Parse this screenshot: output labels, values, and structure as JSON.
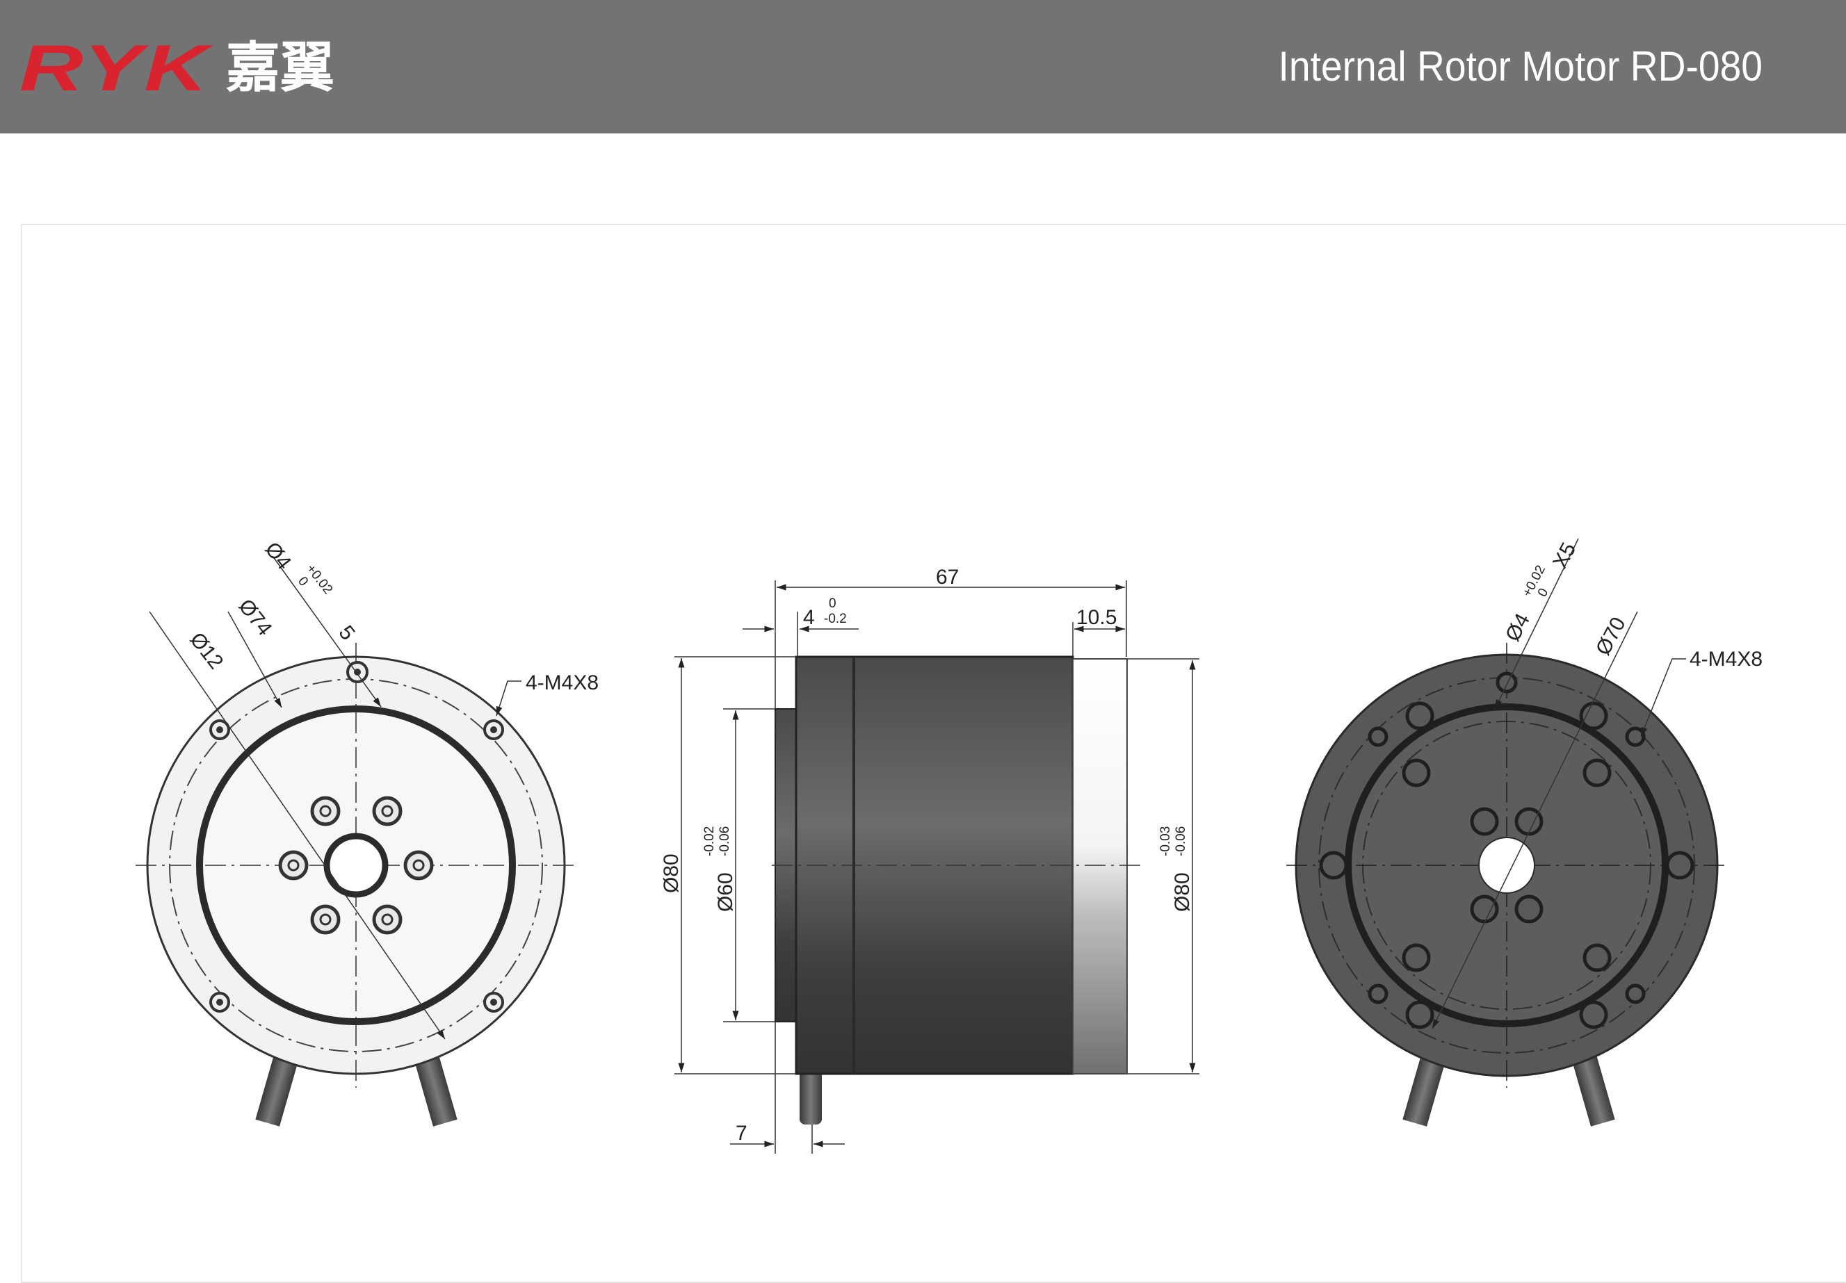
{
  "header": {
    "logo_latin": "RYK",
    "logo_cjk": "嘉翼",
    "title": "Internal Rotor Motor RD-080"
  },
  "front_view": {
    "dim_hole": "Ø4",
    "dim_hole_tol_upper": "+0.02",
    "dim_hole_tol_lower": "0",
    "dim_hole_depth": "5",
    "dim_pcd": "Ø74",
    "dim_bore": "Ø12",
    "dim_thread": "4-M4X8"
  },
  "side_view": {
    "dim_length": "67",
    "dim_step": "4",
    "dim_step_tol_upper": "0",
    "dim_step_tol_lower": "-0.2",
    "dim_ring": "10.5",
    "dim_outer_left": "Ø80",
    "dim_spigot": "Ø60",
    "dim_spigot_tol_upper": "-0.02",
    "dim_spigot_tol_lower": "-0.06",
    "dim_outer_right": "Ø80",
    "dim_outer_right_tol_upper": "-0.03",
    "dim_outer_right_tol_lower": "-0.06",
    "dim_pin": "7"
  },
  "rear_view": {
    "dim_hole": "Ø4",
    "dim_hole_tol_upper": "+0.02",
    "dim_hole_tol_lower": "0",
    "dim_hole_count": "X5",
    "dim_pcd": "Ø70",
    "dim_thread": "4-M4X8"
  },
  "colors": {
    "header_bg": "#737373",
    "logo_red": "#d9232e",
    "motor_dark": "#585858",
    "face_light": "#f2f2f2"
  }
}
